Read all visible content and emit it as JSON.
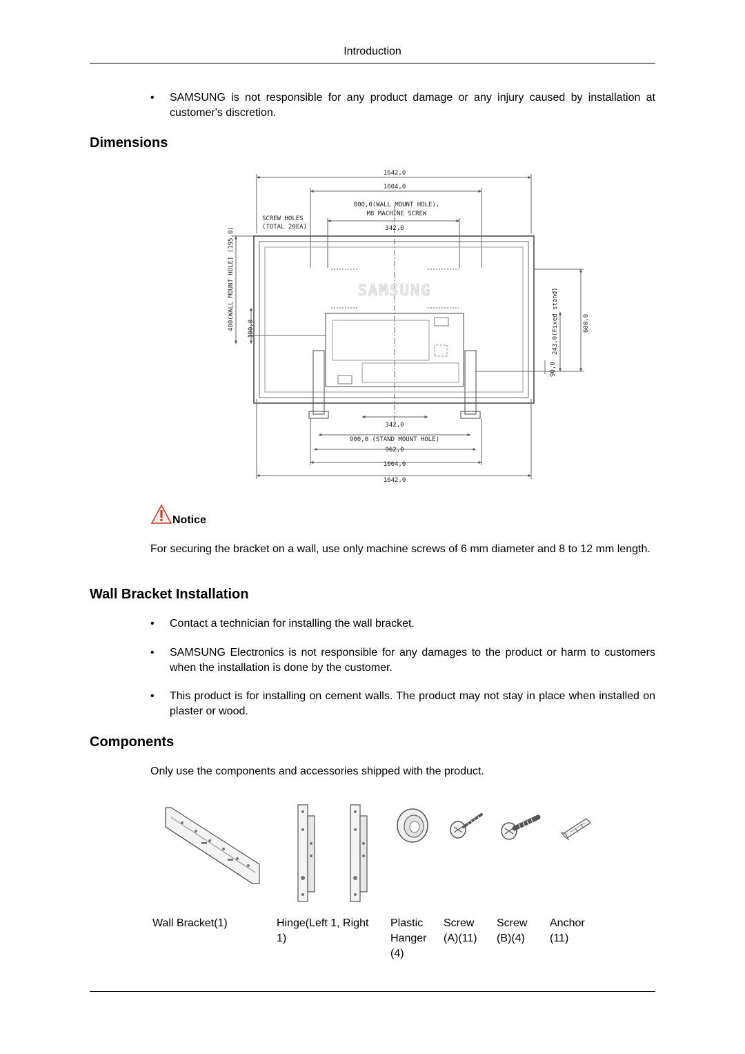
{
  "header": {
    "title": "Introduction"
  },
  "intro_bullet": "SAMSUNG is not responsible for any product damage or any injury caused by installation at customer's discretion.",
  "dimensions": {
    "heading": "Dimensions",
    "drawing": {
      "brand": "SAMSUNG",
      "screw_holes_line1": "SCREW HOLES",
      "screw_holes_line2": "(TOTAL 20EA)",
      "top_overall": "1642,0",
      "top_1004": "1004,0",
      "wall_mount_line1": "800,0(WALL MOUNT HOLE),",
      "wall_mount_line2": "M8 MACHINE SCREW",
      "top_342": "342,0",
      "left_wall_mount": "400(WALL MOUNT HOLE) (195,0)",
      "left_100": "100,0",
      "right_600": "600,0",
      "right_fixed_stand": "243,0(Fixed stand)",
      "right_90": "90,0",
      "bottom_342": "342,0",
      "stand_mount": "900,0 (STAND MOUNT HOLE)",
      "bottom_962": "962,0",
      "bottom_1004": "1004,0",
      "bottom_overall": "1642,0"
    }
  },
  "notice": {
    "label": "Notice",
    "icon": "warning-triangle-icon",
    "text": "For securing the bracket on a wall, use only machine screws of 6 mm diameter and 8 to 12 mm length."
  },
  "wall_bracket": {
    "heading": "Wall Bracket Installation",
    "bullets": [
      "Contact a technician for installing the wall bracket.",
      "SAMSUNG Electronics is not responsible for any damages to the product or harm to customers when the installation is done by the customer.",
      "This product is for installing on cement walls. The product may not stay in place when installed on plaster or wood."
    ]
  },
  "components": {
    "heading": "Components",
    "intro": "Only use the components and accessories shipped with the product.",
    "items": [
      {
        "icon": "wall-bracket-icon",
        "line1": "Wall Bracket(1)",
        "line2": "",
        "line3": ""
      },
      {
        "icon": "hinge-icon",
        "line1": "Hinge(Left 1, Right",
        "line2": "1)",
        "line3": ""
      },
      {
        "icon": "plastic-hanger-icon",
        "line1": "Plastic",
        "line2": "Hanger",
        "line3": "(4)"
      },
      {
        "icon": "screw-a-icon",
        "line1": "Screw",
        "line2": "(A)(11)",
        "line3": ""
      },
      {
        "icon": "screw-b-icon",
        "line1": "Screw",
        "line2": "(B)(4)",
        "line3": ""
      },
      {
        "icon": "anchor-icon",
        "line1": "Anchor",
        "line2": "(11)",
        "line3": ""
      }
    ]
  }
}
